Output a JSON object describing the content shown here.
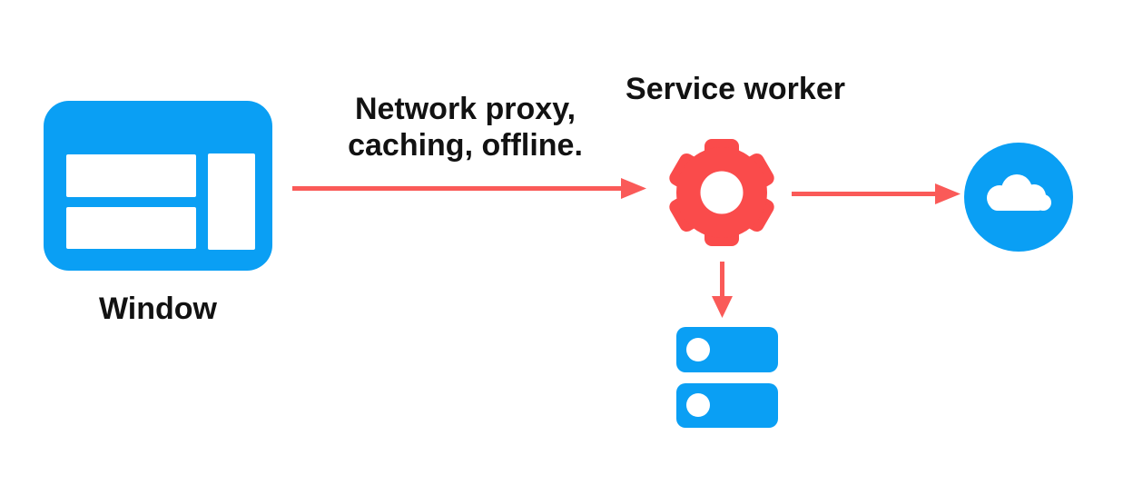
{
  "colors": {
    "blue": "#0A9FF4",
    "red": "#FA4B4B",
    "arrow_red": "#FA5A58",
    "text": "#121212",
    "background": "#FFFFFF"
  },
  "diagram": {
    "window": {
      "label": "Window",
      "icon": "browser-window-icon"
    },
    "service_worker": {
      "label": "Service worker",
      "icon": "gear-icon"
    },
    "network": {
      "icon": "cloud-icon"
    },
    "cache": {
      "icon": "database-icon"
    },
    "edges": {
      "window_to_service_worker": {
        "label_line1": "Network proxy,",
        "label_line2": "caching, offline.",
        "direction": "right"
      },
      "service_worker_to_network": {
        "direction": "right"
      },
      "service_worker_to_cache": {
        "direction": "down"
      }
    }
  }
}
